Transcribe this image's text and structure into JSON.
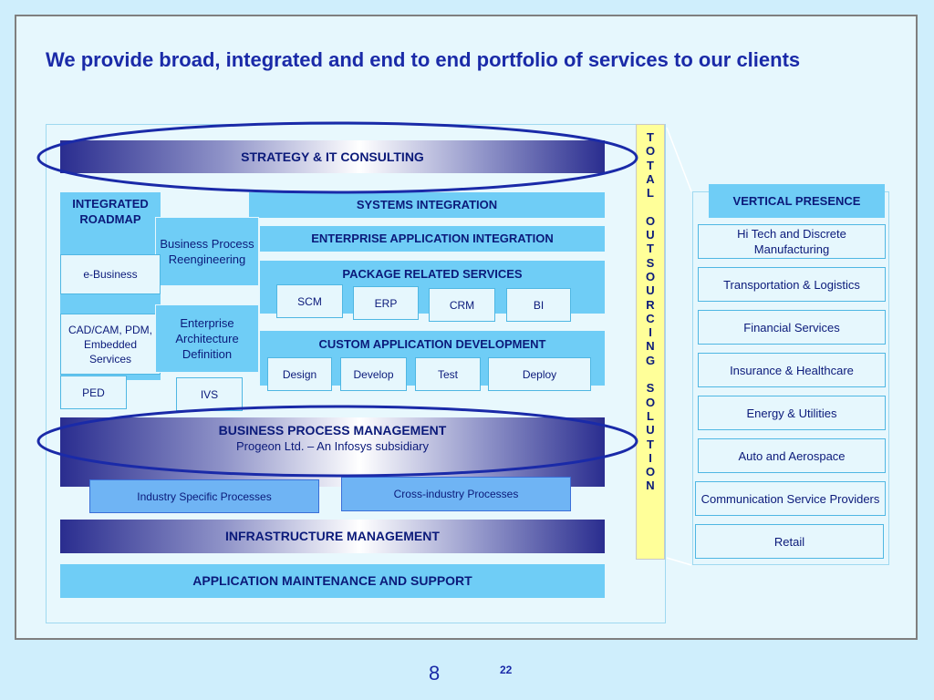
{
  "title": "We provide broad, integrated and end to end portfolio of services to our clients",
  "strategy": "STRATEGY & IT CONSULTING",
  "integrated_roadmap": "INTEGRATED ROADMAP",
  "systems_integration": "SYSTEMS INTEGRATION",
  "business_process_reengineering": "Business Process Reengineering",
  "enterprise_application_integration": "ENTERPRISE APPLICATION INTEGRATION",
  "e_business": "e-Business",
  "package_related_services": "PACKAGE RELATED SERVICES",
  "packages": [
    "SCM",
    "ERP",
    "CRM",
    "BI"
  ],
  "cad_cam": "CAD/CAM, PDM, Embedded Services",
  "enterprise_architecture": "Enterprise Architecture Definition",
  "custom_application_development": "CUSTOM APPLICATION DEVELOPMENT",
  "custom_steps": [
    "Design",
    "Develop",
    "Test",
    "Deploy"
  ],
  "ped": "PED",
  "ivs": "IVS",
  "bpm": {
    "title": "BUSINESS PROCESS MANAGEMENT",
    "subtitle": "Progeon Ltd. – An Infosys subsidiary",
    "industry_specific": "Industry Specific Processes",
    "cross_industry": "Cross-industry Processes"
  },
  "infrastructure_management": "INFRASTRUCTURE MANAGEMENT",
  "application_maintenance": "APPLICATION MAINTENANCE AND SUPPORT",
  "total_outsourcing": "T\nO\nT\nA\nL\n\nO\nU\nT\nS\nO\nU\nR\nC\nI\nN\nG\n\nS\nO\nL\nU\nT\nI\nO\nN",
  "vertical_presence": {
    "title": "VERTICAL PRESENCE",
    "items": [
      "Hi Tech and Discrete Manufacturing",
      "Transportation & Logistics",
      "Financial Services",
      "Insurance & Healthcare",
      "Energy & Utilities",
      "Auto and Aerospace",
      "Communication Service Providers",
      "Retail"
    ]
  },
  "page_number": "8",
  "page_sub": "22"
}
